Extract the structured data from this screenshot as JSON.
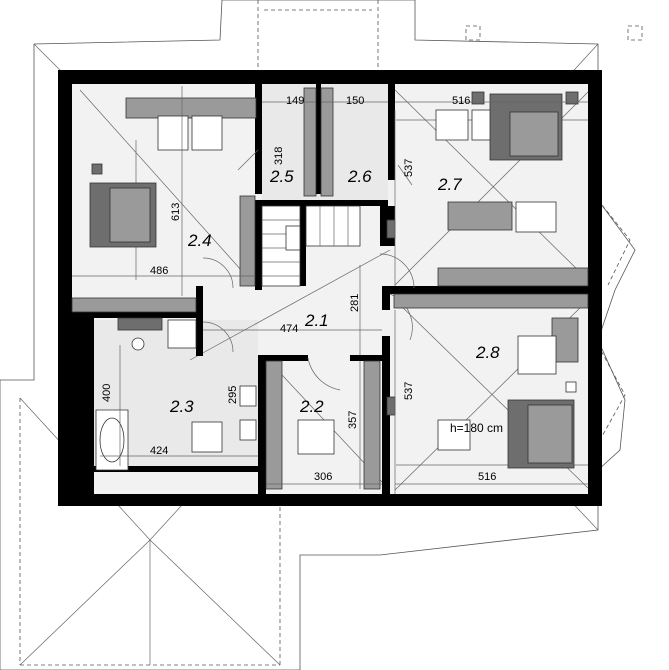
{
  "rooms": [
    {
      "id": "2.1",
      "label": "2.1"
    },
    {
      "id": "2.2",
      "label": "2.2"
    },
    {
      "id": "2.3",
      "label": "2.3"
    },
    {
      "id": "2.4",
      "label": "2.4"
    },
    {
      "id": "2.5",
      "label": "2.5"
    },
    {
      "id": "2.6",
      "label": "2.6"
    },
    {
      "id": "2.7",
      "label": "2.7"
    },
    {
      "id": "2.8",
      "label": "2.8"
    }
  ],
  "dimensions": {
    "d149": "149",
    "d150": "150",
    "d516_top": "516",
    "d318": "318",
    "d537_top": "537",
    "d613": "613",
    "d486": "486",
    "d474": "474",
    "d281": "281",
    "d400": "400",
    "d295": "295",
    "d424": "424",
    "d357": "357",
    "d306": "306",
    "d537_bottom": "537",
    "d516_bottom": "516"
  },
  "notes": {
    "ceiling_height": "h=180 cm"
  }
}
